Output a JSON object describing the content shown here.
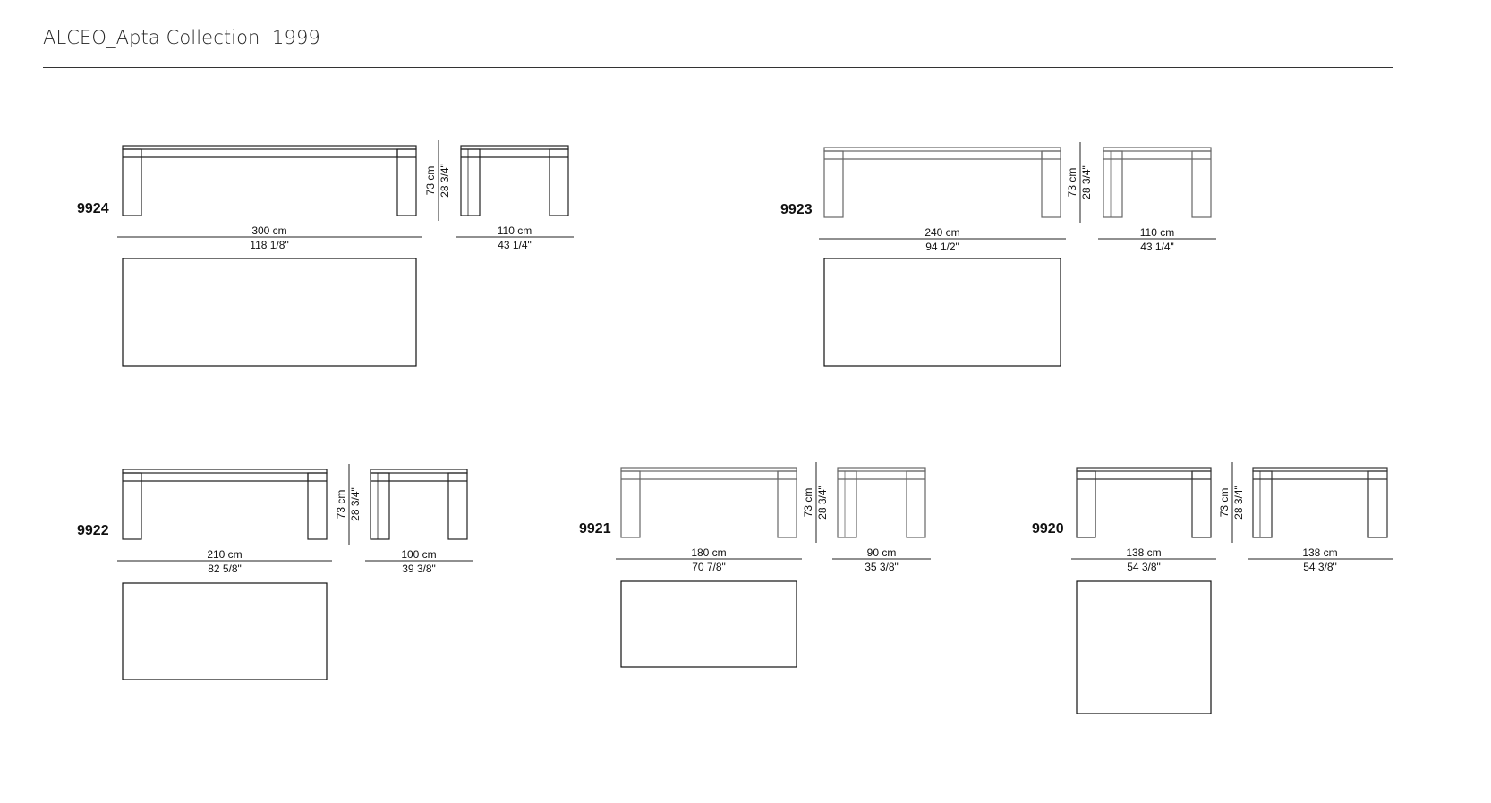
{
  "header": {
    "title": "ALCEO_Apta Collection  1999"
  },
  "tables": [
    {
      "model": "9924",
      "length_cm": "300 cm",
      "length_in": "118 1/8\"",
      "depth_cm": "110 cm",
      "depth_in": "43 1/4\"",
      "height_cm": "73 cm",
      "height_in": "28 3/4\""
    },
    {
      "model": "9923",
      "length_cm": "240 cm",
      "length_in": "94 1/2\"",
      "depth_cm": "110 cm",
      "depth_in": "43 1/4\"",
      "height_cm": "73 cm",
      "height_in": "28 3/4\""
    },
    {
      "model": "9922",
      "length_cm": "210 cm",
      "length_in": "82 5/8\"",
      "depth_cm": "100 cm",
      "depth_in": "39 3/8\"",
      "height_cm": "73 cm",
      "height_in": "28 3/4\""
    },
    {
      "model": "9921",
      "length_cm": "180 cm",
      "length_in": "70 7/8\"",
      "depth_cm": "90 cm",
      "depth_in": "35 3/8\"",
      "height_cm": "73 cm",
      "height_in": "28 3/4\""
    },
    {
      "model": "9920",
      "length_cm": "138 cm",
      "length_in": "54 3/8\"",
      "depth_cm": "138 cm",
      "depth_in": "54 3/8\"",
      "height_cm": "73 cm",
      "height_in": "28 3/4\""
    }
  ]
}
